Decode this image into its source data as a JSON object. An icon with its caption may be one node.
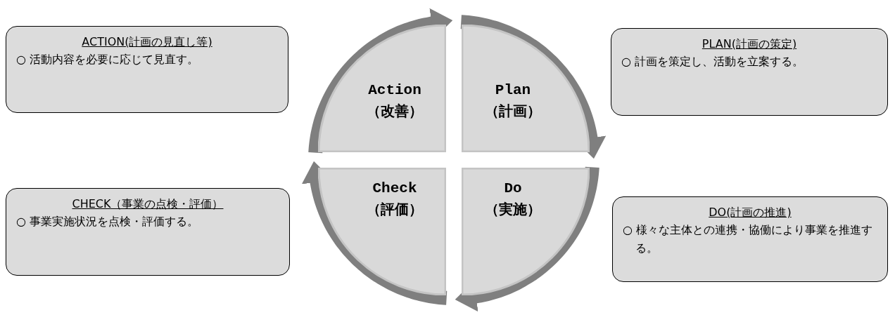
{
  "diagram": {
    "nodes": [
      {
        "text": [
          "ACTION(計画の見直し等)",
          "○ 活動内容を必要に応じて見直す。"
        ]
      },
      {
        "text": [
          "Action",
          "（改善）"
        ]
      },
      {
        "text": [
          "Plan",
          "（計画）"
        ]
      },
      {
        "text": [
          "PLAN(計画の策定)",
          "○ 計画を策定し、活動を立案する。"
        ]
      },
      {
        "text": [
          "CHECK（事業の点検・評価）",
          "○ 事業実施状況を点検・評価する。"
        ]
      },
      {
        "text": [
          "Check",
          "（評価）"
        ]
      },
      {
        "text": [
          "Do",
          "（実施）"
        ]
      },
      {
        "text": [
          "DO(計画の推進)",
          "○ 様々な主体との連携・協働により事業を推進する。"
        ]
      }
    ],
    "edges": [
      {
        "from": 1,
        "to": 2,
        "arrow": "to"
      },
      {
        "from": 2,
        "to": 6,
        "arrow": "to"
      },
      {
        "from": 6,
        "to": 5,
        "arrow": "to"
      },
      {
        "from": 5,
        "to": 1,
        "arrow": "to"
      }
    ]
  }
}
